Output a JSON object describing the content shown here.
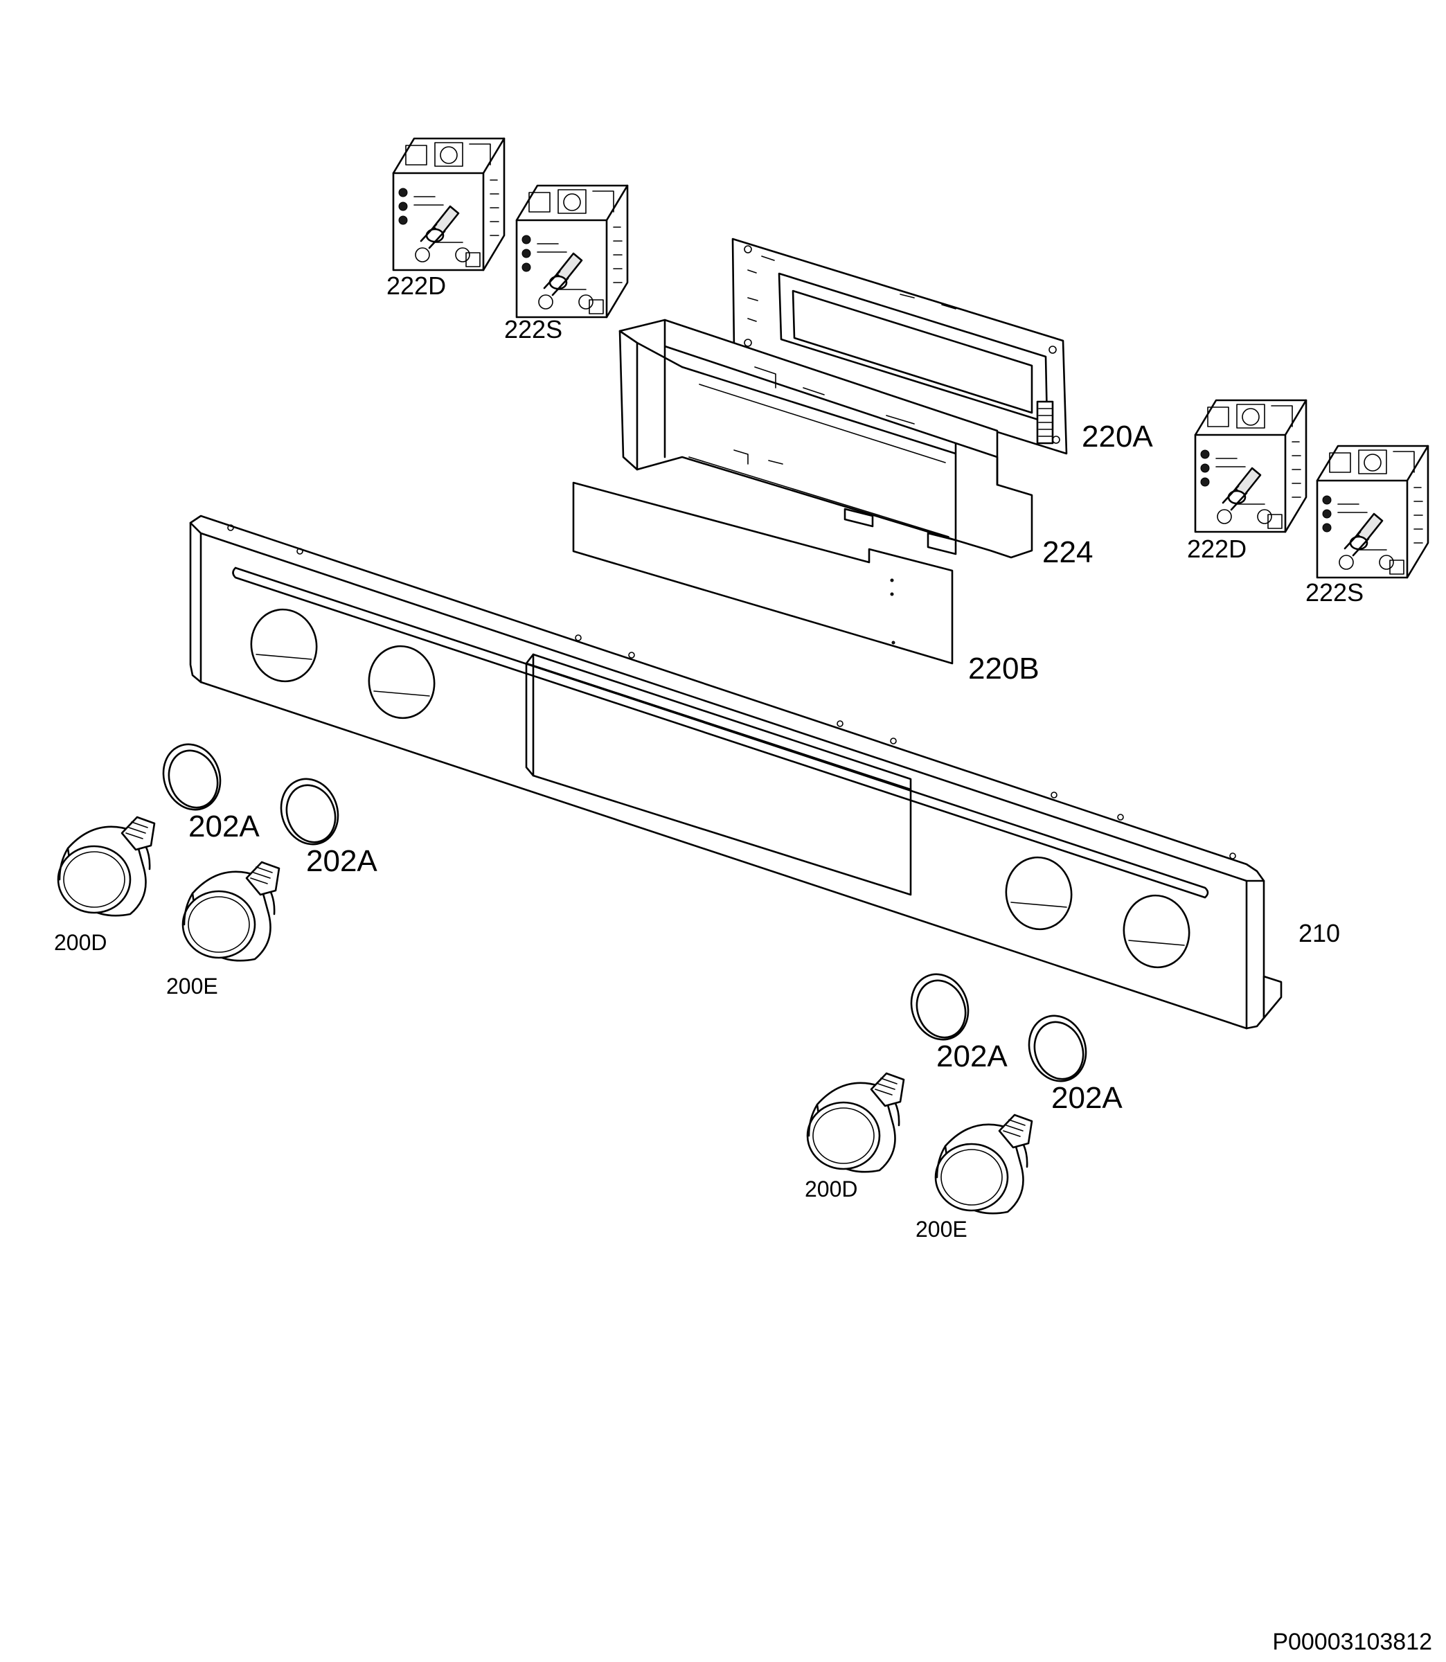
{
  "parts": {
    "switch_222D_a": "222D",
    "switch_222S_a": "222S",
    "board_220A": "220A",
    "housing_224": "224",
    "film_220B": "220B",
    "switch_222D_b": "222D",
    "switch_222S_b": "222S",
    "panel_210": "210",
    "ring_202A_1": "202A",
    "ring_202A_2": "202A",
    "ring_202A_3": "202A",
    "ring_202A_4": "202A",
    "knob_200D_a": "200D",
    "knob_200E_a": "200E",
    "knob_200D_b": "200D",
    "knob_200E_b": "200E"
  },
  "drawing_code": "P00003103812"
}
